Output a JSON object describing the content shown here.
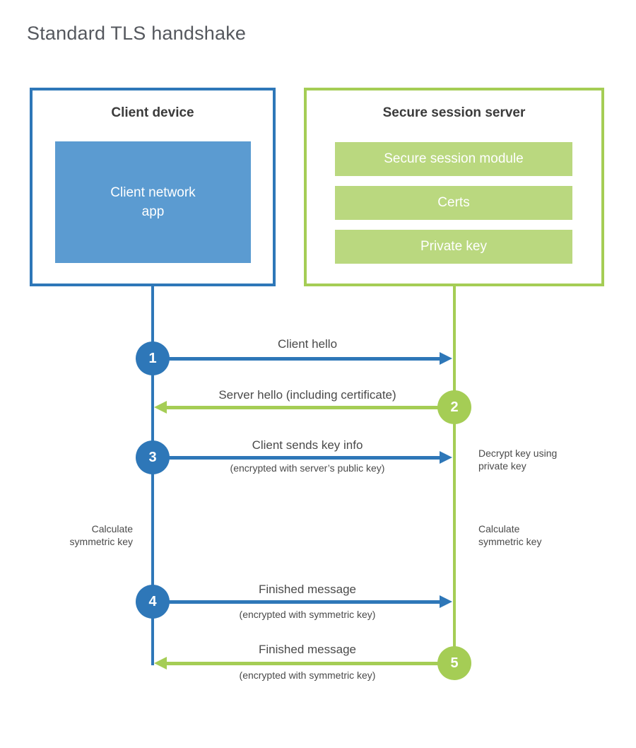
{
  "title": "Standard TLS handshake",
  "client_box": {
    "title": "Client device",
    "module": "Client network\napp"
  },
  "server_box": {
    "title": "Secure session server",
    "modules": [
      "Secure session module",
      "Certs",
      "Private key"
    ]
  },
  "steps": [
    {
      "num": "1",
      "label": "Client hello",
      "direction": "client-to-server"
    },
    {
      "num": "2",
      "label": "Server hello (including certificate)",
      "direction": "server-to-client"
    },
    {
      "num": "3",
      "label": "Client sends key info",
      "sub": "(encrypted with server’s public key)",
      "direction": "client-to-server"
    },
    {
      "num": "4",
      "label": "Finished message",
      "sub": "(encrypted with symmetric key)",
      "direction": "client-to-server"
    },
    {
      "num": "5",
      "label": "Finished message",
      "sub": "(encrypted with symmetric key)",
      "direction": "server-to-client"
    }
  ],
  "annotations": {
    "decrypt_note": "Decrypt key using\nprivate key",
    "calc_left": "Calculate\nsymmetric key",
    "calc_right": "Calculate\nsymmetric key"
  },
  "colors": {
    "blue": "#2e77b8",
    "blue_fill": "#5b9bd1",
    "green": "#a5cd55",
    "green_fill": "#bad87f",
    "text_dark": "#3b3b3b",
    "text_label": "#4a4a4a",
    "title_gray": "#55585e"
  }
}
